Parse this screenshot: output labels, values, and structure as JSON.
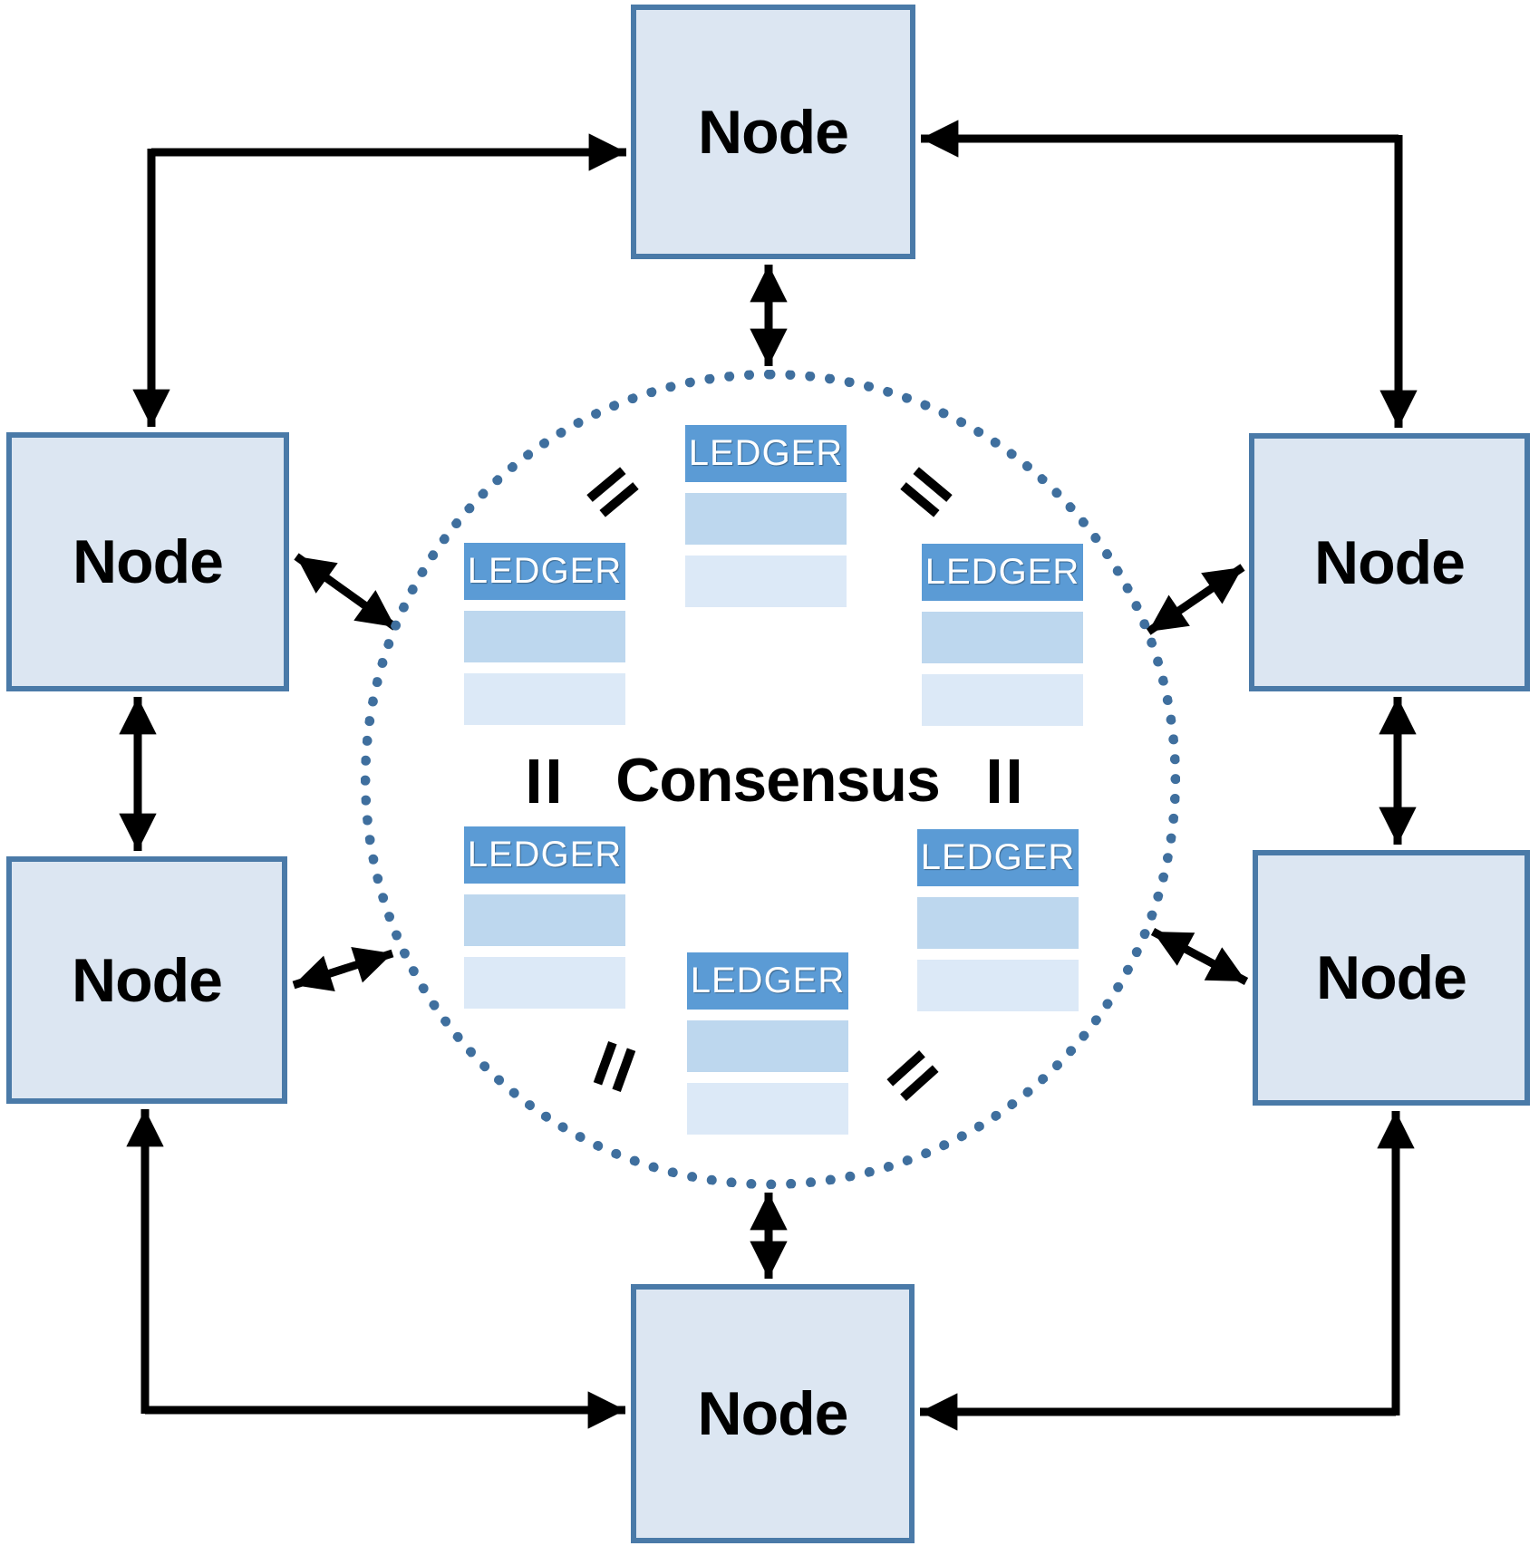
{
  "colors": {
    "node-fill": "#dce6f2",
    "node-border": "#4a7aa8",
    "circle-dot": "#3f6f9e",
    "ledger-header": "#5b9bd5",
    "ledger-row-mid": "#bdd7ee",
    "ledger-row-light": "#dce9f7",
    "ledger-text": "#ffffff",
    "arrow": "#000000",
    "text": "#000000"
  },
  "center": {
    "label": "Consensus"
  },
  "nodes": [
    {
      "id": "top",
      "label": "Node"
    },
    {
      "id": "left-upper",
      "label": "Node"
    },
    {
      "id": "right-upper",
      "label": "Node"
    },
    {
      "id": "left-lower",
      "label": "Node"
    },
    {
      "id": "right-lower",
      "label": "Node"
    },
    {
      "id": "bottom",
      "label": "Node"
    }
  ],
  "ledgers": [
    {
      "id": "top",
      "label": "LEDGER",
      "rows": 2
    },
    {
      "id": "mid-left",
      "label": "LEDGER",
      "rows": 2
    },
    {
      "id": "mid-right",
      "label": "LEDGER",
      "rows": 2
    },
    {
      "id": "low-left",
      "label": "LEDGER",
      "rows": 2
    },
    {
      "id": "low-right",
      "label": "LEDGER",
      "rows": 2
    },
    {
      "id": "bottom",
      "label": "LEDGER",
      "rows": 2
    }
  ],
  "marks": [
    {
      "id": "equals-upper-left",
      "glyph": "="
    },
    {
      "id": "equals-upper-right",
      "glyph": "="
    },
    {
      "id": "equals-mid-left",
      "glyph": "="
    },
    {
      "id": "equals-mid-right",
      "glyph": "="
    },
    {
      "id": "equals-low-left",
      "glyph": "="
    },
    {
      "id": "equals-low-right",
      "glyph": "="
    }
  ],
  "connectors": [
    {
      "from": "node-left-upper",
      "to": "node-top",
      "type": "elbow-arrow"
    },
    {
      "from": "node-right-upper",
      "to": "node-top",
      "type": "elbow-arrow"
    },
    {
      "from": "node-left-lower",
      "to": "node-bottom",
      "type": "elbow-arrow"
    },
    {
      "from": "node-right-lower",
      "to": "node-bottom",
      "type": "elbow-arrow"
    },
    {
      "from": "node-left-upper",
      "to": "node-left-lower",
      "type": "double-arrow"
    },
    {
      "from": "node-right-upper",
      "to": "node-right-lower",
      "type": "double-arrow"
    },
    {
      "from": "node-top",
      "to": "consensus-circle",
      "type": "double-arrow"
    },
    {
      "from": "node-bottom",
      "to": "consensus-circle",
      "type": "double-arrow"
    },
    {
      "from": "node-left-upper",
      "to": "consensus-circle",
      "type": "double-arrow"
    },
    {
      "from": "node-left-lower",
      "to": "consensus-circle",
      "type": "double-arrow"
    },
    {
      "from": "node-right-upper",
      "to": "consensus-circle",
      "type": "double-arrow"
    },
    {
      "from": "node-right-lower",
      "to": "consensus-circle",
      "type": "double-arrow"
    }
  ]
}
